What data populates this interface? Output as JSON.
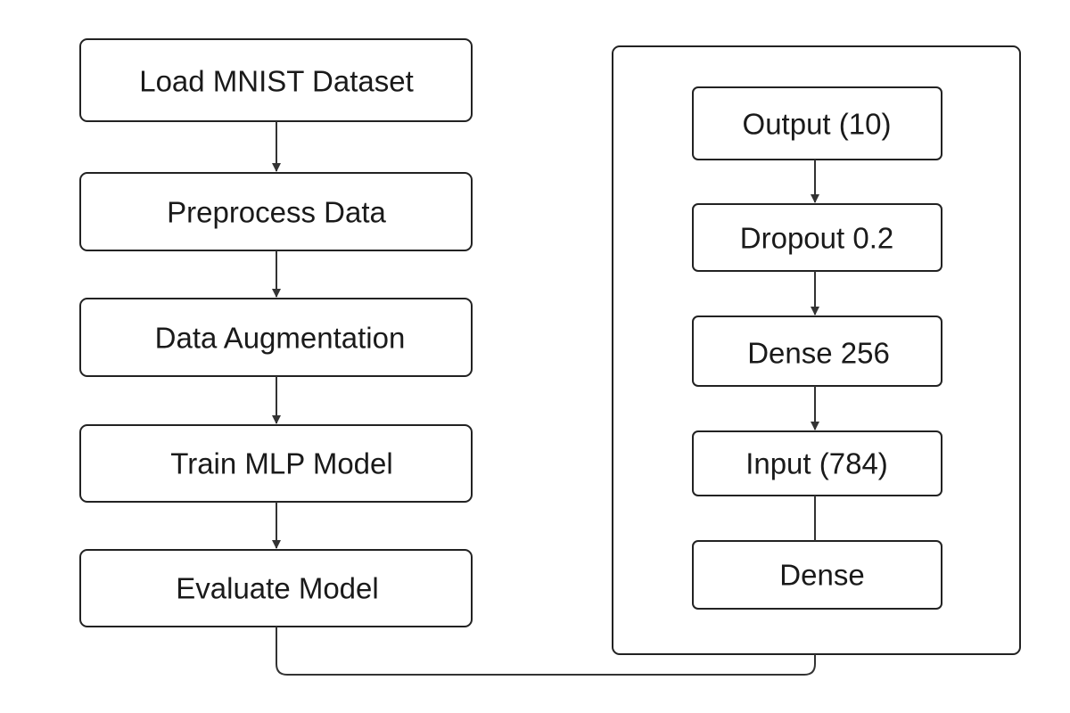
{
  "pipeline": {
    "steps": [
      {
        "label": "Load MNIST Dataset"
      },
      {
        "label": "Preprocess Data"
      },
      {
        "label": "Data Augmentation"
      },
      {
        "label": "Train MLP Model"
      },
      {
        "label": "Evaluate Model"
      }
    ]
  },
  "model_architecture": {
    "layers": [
      {
        "label": "Output (10)"
      },
      {
        "label": "Dropout 0.2"
      },
      {
        "label": "Dense 256"
      },
      {
        "label": "Input (784)"
      },
      {
        "label": "Dense"
      }
    ]
  },
  "colors": {
    "stroke": "#222222",
    "text": "#1a1a1a",
    "background": "#ffffff"
  }
}
